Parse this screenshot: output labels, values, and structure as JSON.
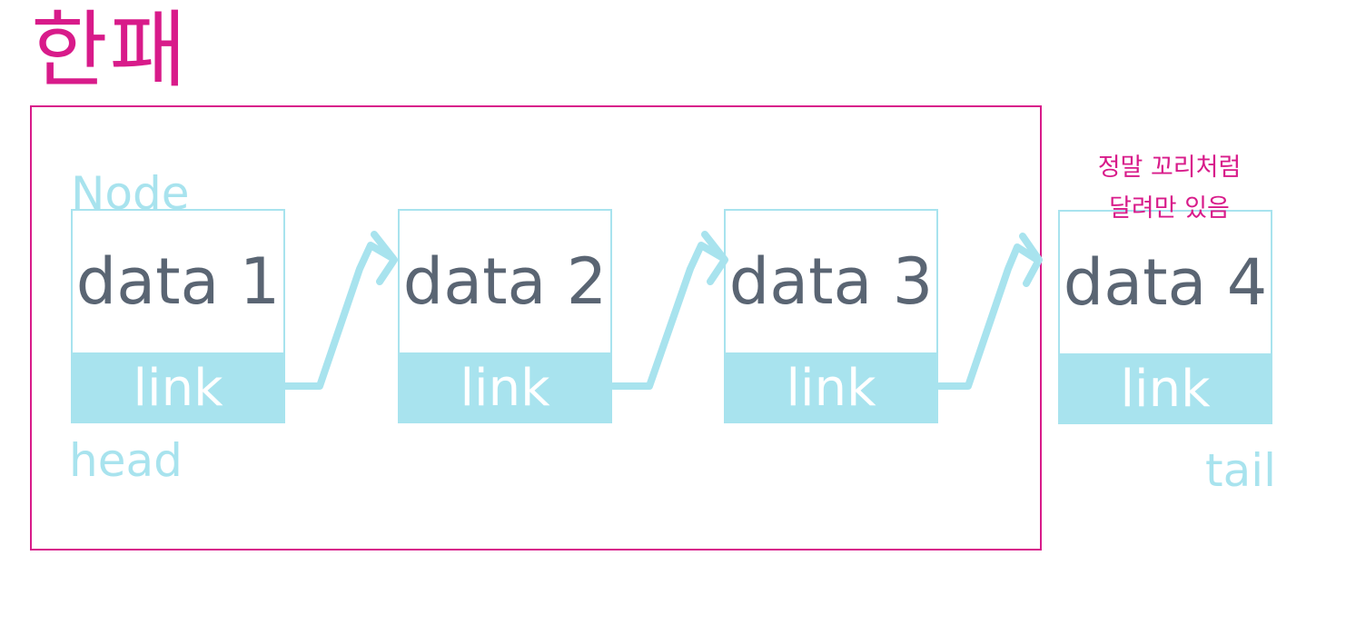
{
  "title": "한패",
  "labels": {
    "node": "Node",
    "head": "head",
    "tail": "tail"
  },
  "note": {
    "line1": "정말 꼬리처럼",
    "line2": "달려만 있음"
  },
  "nodes": [
    {
      "data": "data 1",
      "link": "link"
    },
    {
      "data": "data 2",
      "link": "link"
    },
    {
      "data": "data 3",
      "link": "link"
    },
    {
      "data": "data 4",
      "link": "link"
    }
  ],
  "colors": {
    "accent": "#d81b8a",
    "node": "#a8e3ee",
    "text": "#5a6573"
  }
}
